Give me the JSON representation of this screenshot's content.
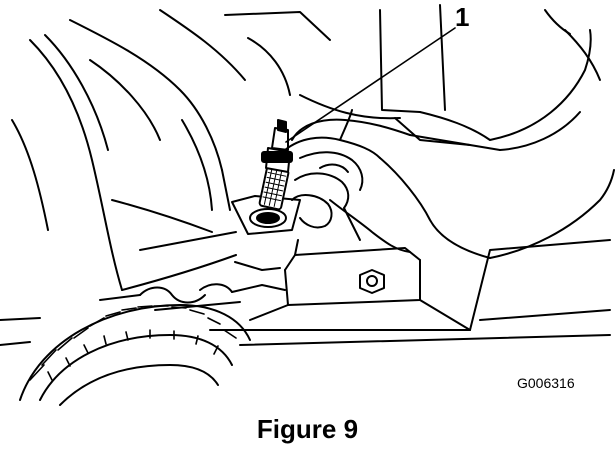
{
  "figure": {
    "callout_number": "1",
    "image_code": "G006316",
    "caption": "Figure 9"
  }
}
